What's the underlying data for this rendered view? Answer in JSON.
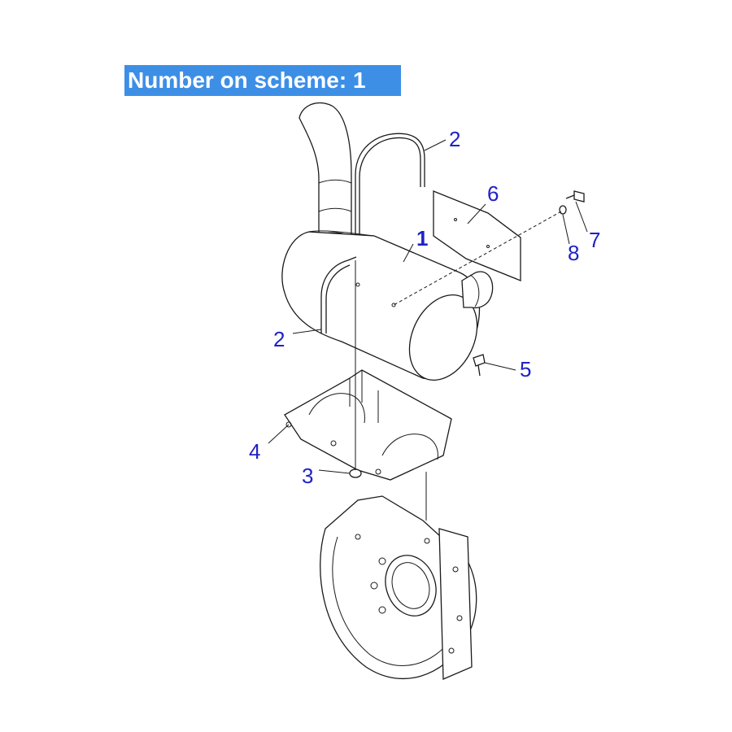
{
  "banner": {
    "text": "Number on scheme: 1"
  },
  "callouts": {
    "c1": "1",
    "c2a": "2",
    "c2b": "2",
    "c3": "3",
    "c4": "4",
    "c5": "5",
    "c6": "6",
    "c7": "7",
    "c8": "8"
  },
  "colors": {
    "banner_bg": "#3d8fe6",
    "callout": "#1e22c8"
  }
}
